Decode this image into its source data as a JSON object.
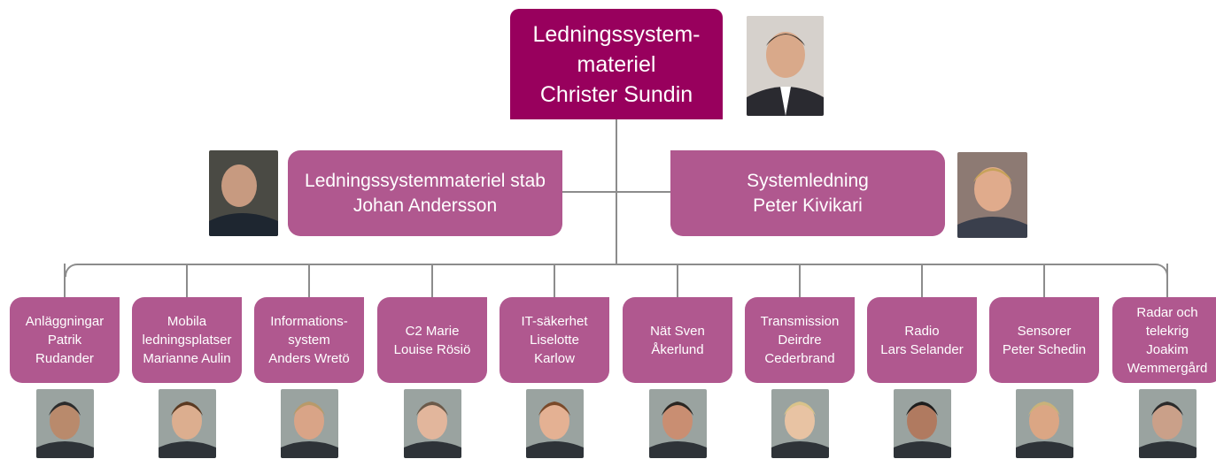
{
  "root": {
    "lines": [
      "Ledningssystem-",
      "materiel",
      "Christer Sundin"
    ]
  },
  "staff": {
    "lines": [
      "Ledningssystemmateriel stab",
      "Johan Andersson"
    ]
  },
  "systems": {
    "lines": [
      "Systemledning",
      "Peter Kivikari"
    ]
  },
  "units": [
    {
      "lines": [
        "Anläggningar",
        "Patrik",
        "Rudander"
      ]
    },
    {
      "lines": [
        "Mobila",
        "ledningsplatser",
        "Marianne Aulin"
      ]
    },
    {
      "lines": [
        "Informations-",
        "system",
        "Anders Wretö"
      ]
    },
    {
      "lines": [
        "C2 Marie",
        "Louise Rösiö"
      ]
    },
    {
      "lines": [
        "IT-säkerhet",
        "Liselotte",
        "Karlow"
      ]
    },
    {
      "lines": [
        "Nät Sven",
        "Åkerlund"
      ]
    },
    {
      "lines": [
        "Transmission",
        "Deirdre",
        "Cederbrand"
      ]
    },
    {
      "lines": [
        "Radio",
        "Lars Selander"
      ]
    },
    {
      "lines": [
        "Sensorer",
        "Peter Schedin"
      ]
    },
    {
      "lines": [
        "Radar och",
        "telekrig",
        "Joakim",
        "Wemmergård"
      ]
    }
  ],
  "colors": {
    "root": "#98005d",
    "box": "#b0588f",
    "connector": "#8c8c8c"
  }
}
